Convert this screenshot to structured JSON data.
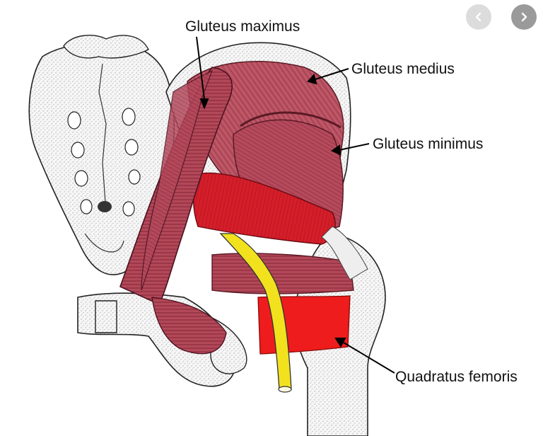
{
  "labels": {
    "gluteus_maximus": "Gluteus maximus",
    "gluteus_medius": "Gluteus medius",
    "gluteus_minimus": "Gluteus minimus",
    "quadratus_femoris": "Quadratus femoris"
  },
  "nav": {
    "prev_icon": "chevron-left-icon",
    "next_icon": "chevron-right-icon"
  },
  "colors": {
    "muscle": "#b85060",
    "muscle_dark": "#8e2c3c",
    "muscle_bright": "#d41e2a",
    "quadratus": "#ee1c1c",
    "nerve": "#f2e21e",
    "bone": "#f4f4f4",
    "stipple": "#555555"
  }
}
